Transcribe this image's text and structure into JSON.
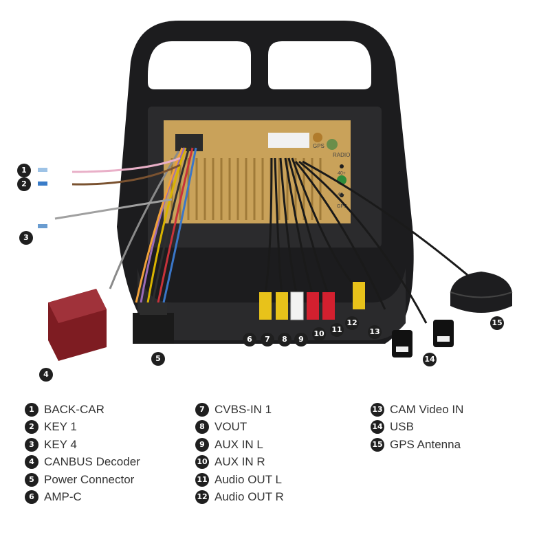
{
  "markers": [
    "1",
    "2",
    "3",
    "4",
    "5",
    "6",
    "7",
    "8",
    "9",
    "10",
    "11",
    "12",
    "13",
    "14",
    "15"
  ],
  "unit_labels": {
    "gps": "GPS",
    "radio": "RADIO",
    "m40plus": "40+",
    "m40minus": "40-",
    "gps2": "GPS"
  },
  "legend": {
    "col1": [
      {
        "n": "1",
        "label": "BACK-CAR"
      },
      {
        "n": "2",
        "label": "KEY 1"
      },
      {
        "n": "3",
        "label": "KEY 4"
      },
      {
        "n": "4",
        "label": "CANBUS Decoder"
      },
      {
        "n": "5",
        "label": "Power Connector"
      },
      {
        "n": "6",
        "label": "AMP-C"
      }
    ],
    "col2": [
      {
        "n": "7",
        "label": "CVBS-IN 1"
      },
      {
        "n": "8",
        "label": "VOUT"
      },
      {
        "n": "9",
        "label": "AUX IN L"
      },
      {
        "n": "10",
        "label": "AUX IN R"
      },
      {
        "n": "11",
        "label": "Audio OUT L"
      },
      {
        "n": "12",
        "label": "Audio OUT R"
      }
    ],
    "col3": [
      {
        "n": "13",
        "label": "CAM Video IN"
      },
      {
        "n": "14",
        "label": "USB"
      },
      {
        "n": "15",
        "label": "GPS Antenna"
      }
    ]
  },
  "colors": {
    "frame": "#1c1c1e",
    "chassis": "#c9a25a",
    "decoder": "#7e1c22",
    "rca_yellow": "#e8c21a",
    "rca_white": "#f2f2f2",
    "rca_red": "#d3202f",
    "usb": "#111111"
  }
}
